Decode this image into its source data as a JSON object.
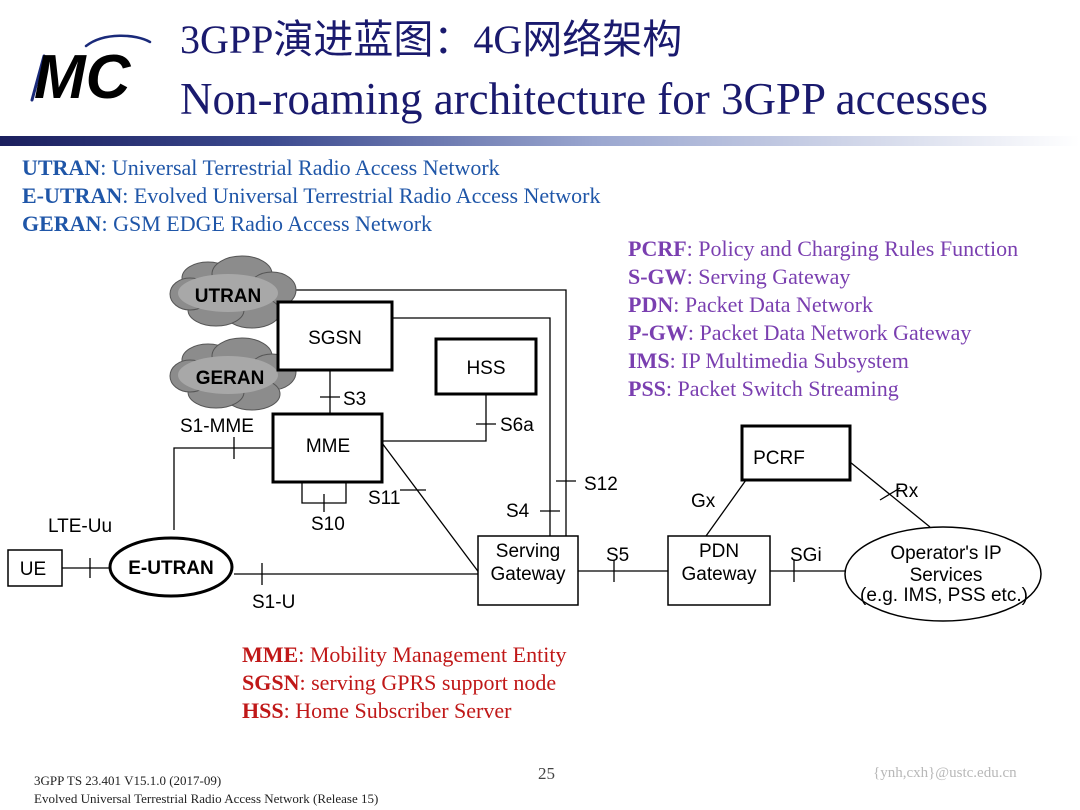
{
  "header": {
    "logo_text": "MC",
    "title_line1": "3GPP演进蓝图：4G网络架构",
    "title_line2": "Non-roaming architecture for 3GPP accesses"
  },
  "defs_blue": [
    {
      "term": "UTRAN",
      "desc": ": Universal Terrestrial Radio Access Network"
    },
    {
      "term": "E-UTRAN",
      "desc": ": Evolved Universal Terrestrial Radio Access Network"
    },
    {
      "term": "GERAN",
      "desc": ": GSM EDGE Radio Access Network"
    }
  ],
  "defs_purple": [
    {
      "term": "PCRF",
      "desc": ": Policy and Charging Rules Function"
    },
    {
      "term": "S-GW",
      "desc": ": Serving Gateway"
    },
    {
      "term": "PDN",
      "desc": ": Packet Data Network"
    },
    {
      "term": "P-GW",
      "desc": ": Packet Data Network Gateway"
    },
    {
      "term": "IMS",
      "desc": ": IP Multimedia Subsystem"
    },
    {
      "term": "PSS",
      "desc": ": Packet Switch Streaming"
    }
  ],
  "defs_red": [
    {
      "term": "MME",
      "desc": ": Mobility Management Entity"
    },
    {
      "term": "SGSN",
      "desc": ": serving GPRS support node"
    },
    {
      "term": "HSS",
      "desc": ": Home Subscriber Server"
    }
  ],
  "diagram": {
    "nodes": {
      "utran": "UTRAN",
      "geran": "GERAN",
      "sgsn": "SGSN",
      "hss": "HSS",
      "mme": "MME",
      "pcrf": "PCRF",
      "ue": "UE",
      "eutran": "E-UTRAN",
      "sgw_line1": "Serving",
      "sgw_line2": "Gateway",
      "pgw_line1": "PDN",
      "pgw_line2": "Gateway",
      "ops_line1": "Operator's IP",
      "ops_line2": "Services",
      "ops_line3": "(e.g. IMS, PSS etc.)"
    },
    "interfaces": {
      "s3": "S3",
      "s6a": "S6a",
      "s1mme": "S1-MME",
      "s12": "S12",
      "s11": "S11",
      "s4": "S4",
      "s10": "S10",
      "lteuu": "LTE-Uu",
      "s5": "S5",
      "sgi": "SGi",
      "s1u": "S1-U",
      "gx": "Gx",
      "rx": "Rx"
    }
  },
  "footer": {
    "ref_line1": "3GPP TS 23.401 V15.1.0 (2017-09)",
    "ref_line2": "Evolved Universal Terrestrial Radio Access Network (Release 15)",
    "page": "25",
    "email": "{ynh,cxh}@ustc.edu.cn"
  },
  "colors": {
    "title": "#1a1a6e",
    "blue_defs": "#1f56a8",
    "purple_defs": "#7a3fb0",
    "red_defs": "#c01818",
    "logo": "#c0282d",
    "cloud": "#9a9a9a"
  }
}
